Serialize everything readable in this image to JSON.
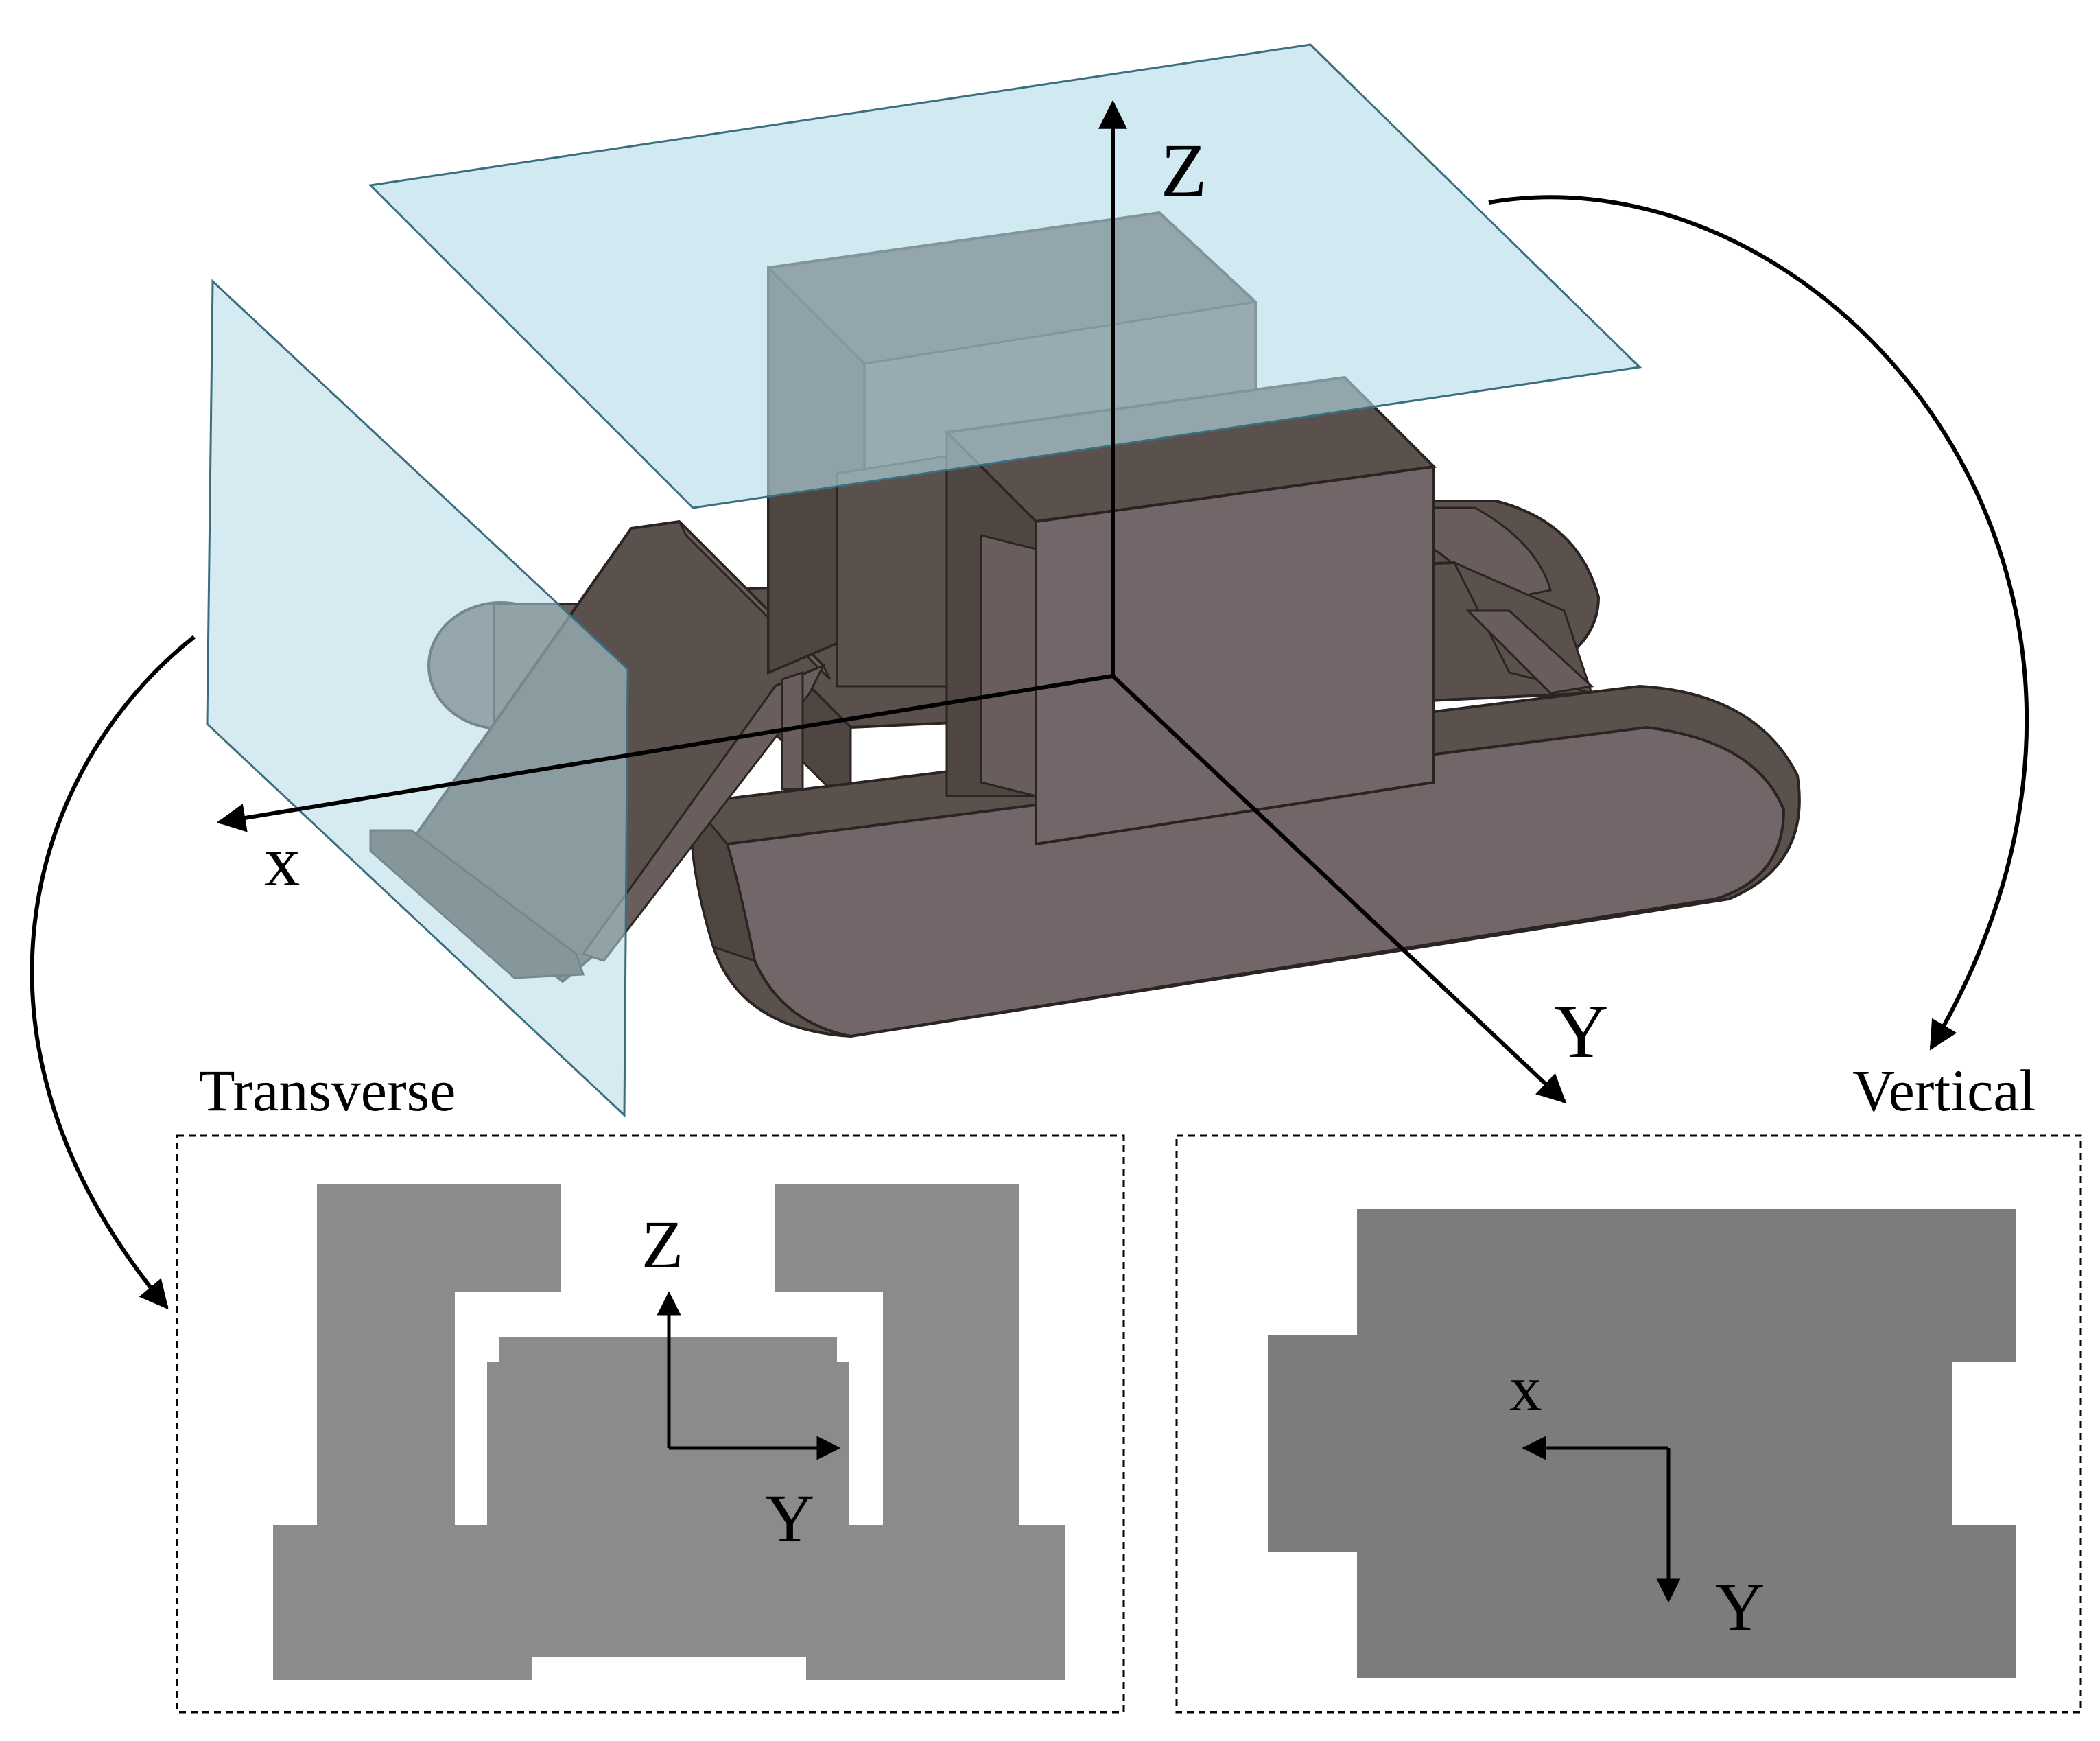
{
  "labels": {
    "z_axis": "Z",
    "x_axis": "x",
    "y_axis": "Y",
    "transverse": "Transverse",
    "vertical": "Vertical",
    "transverse_z": "Z",
    "transverse_y": "Y",
    "vertical_x": "x",
    "vertical_y": "Y"
  },
  "colors": {
    "plane_fill": "#b5dbe6",
    "plane_stroke": "#3b6f80",
    "body_front": "#736669",
    "body_top": "#6a5e5c",
    "body_dark": "#5a504c",
    "section_transverse": "#8b8b8b",
    "section_vertical": "#7c7c7c"
  },
  "icons": {
    "axis_arrow": "arrow-icon",
    "curved_arrow": "curved-arrow-icon"
  }
}
